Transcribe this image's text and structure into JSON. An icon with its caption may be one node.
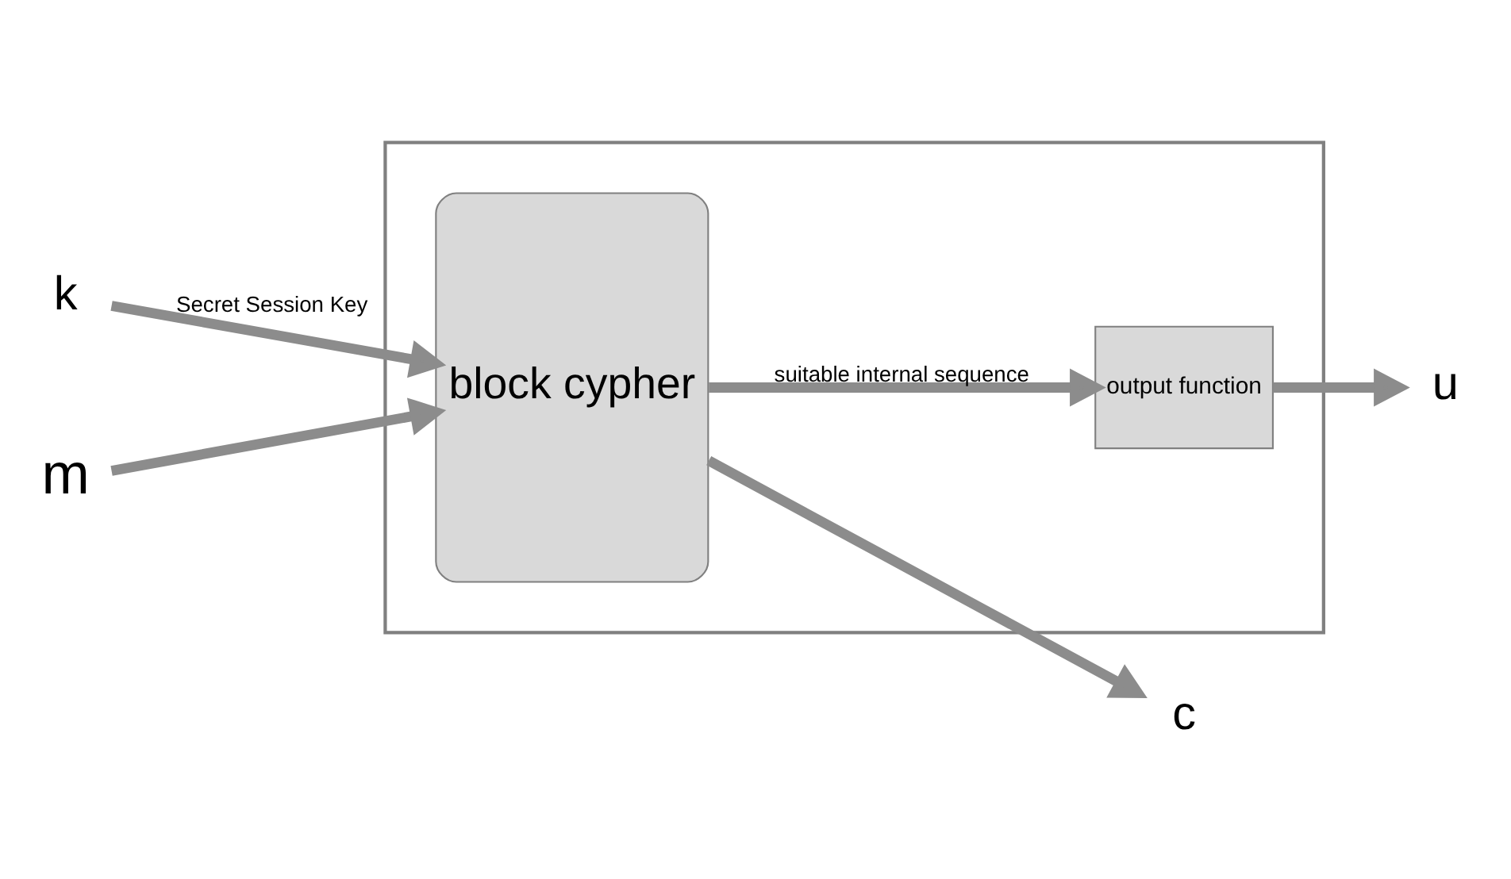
{
  "diagram": {
    "nodes": [
      {
        "text": [],
        "shape": "box"
      },
      {
        "text": [
          "k"
        ]
      },
      {
        "text": [
          "m"
        ]
      },
      {
        "text": [
          "block cypher"
        ],
        "in": 0
      },
      {
        "text": [
          "output function"
        ],
        "in": 0
      },
      {
        "text": [
          "u"
        ]
      },
      {
        "text": [
          "c"
        ]
      }
    ],
    "edges": [
      {
        "from": 1,
        "to": 3,
        "arrow": "to",
        "label": "Secret Session Key"
      },
      {
        "from": 2,
        "to": 3,
        "arrow": "to"
      },
      {
        "from": 3,
        "to": 4,
        "arrow": "to",
        "label": "suitable internal sequence"
      },
      {
        "from": 4,
        "to": 5,
        "arrow": "to"
      },
      {
        "from": 3,
        "to": 6,
        "arrow": "to"
      }
    ]
  }
}
